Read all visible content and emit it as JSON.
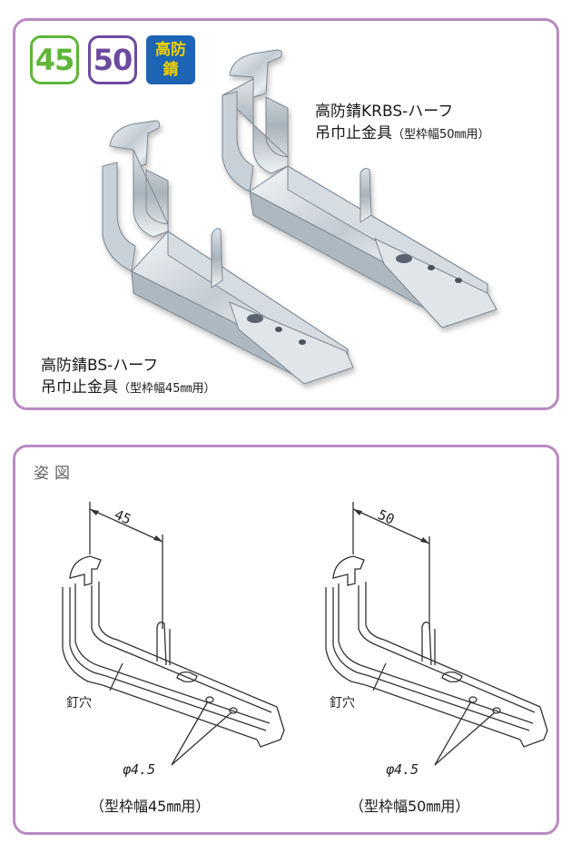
{
  "badges": {
    "width45": {
      "label": "45",
      "color": "#5fb638"
    },
    "width50": {
      "label": "50",
      "color": "#6b4b9e"
    },
    "rust_proof": {
      "label_top": "高防",
      "label_bottom": "錆",
      "color": "#1e64b4",
      "text_color": "#f0d000"
    }
  },
  "products": {
    "krbs": {
      "name": "高防錆KRBS-ハーフ",
      "desc": "吊巾止金具",
      "note": "（型枠幅50㎜用）"
    },
    "bs": {
      "name": "高防錆BS-ハーフ",
      "desc": "吊巾止金具",
      "note": "（型枠幅45㎜用）"
    }
  },
  "diagram": {
    "heading": "姿図",
    "left": {
      "dimension": "45",
      "hole_label": "釘穴",
      "diameter_label": "φ4.5",
      "caption": "（型枠幅45㎜用）"
    },
    "right": {
      "dimension": "50",
      "hole_label": "釘穴",
      "diameter_label": "φ4.5",
      "caption": "（型枠幅50㎜用）"
    }
  },
  "colors": {
    "card_border": "#b98ac2",
    "metal_light": "#e6ebef",
    "metal_mid": "#b9c2ca",
    "metal_dark": "#7c8792"
  }
}
